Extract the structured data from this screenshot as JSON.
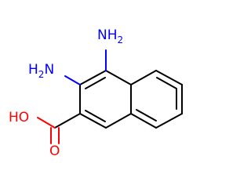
{
  "structure": {
    "labels": {
      "amine_top": "NH2",
      "amine_left": "H2N",
      "carboxyl_oh": "HO",
      "carbonyl_o": "O"
    },
    "colors": {
      "bond": "#000000",
      "nitrogen": "#0000ff",
      "oxygen": "#ff0000",
      "background": "#ffffff"
    }
  }
}
